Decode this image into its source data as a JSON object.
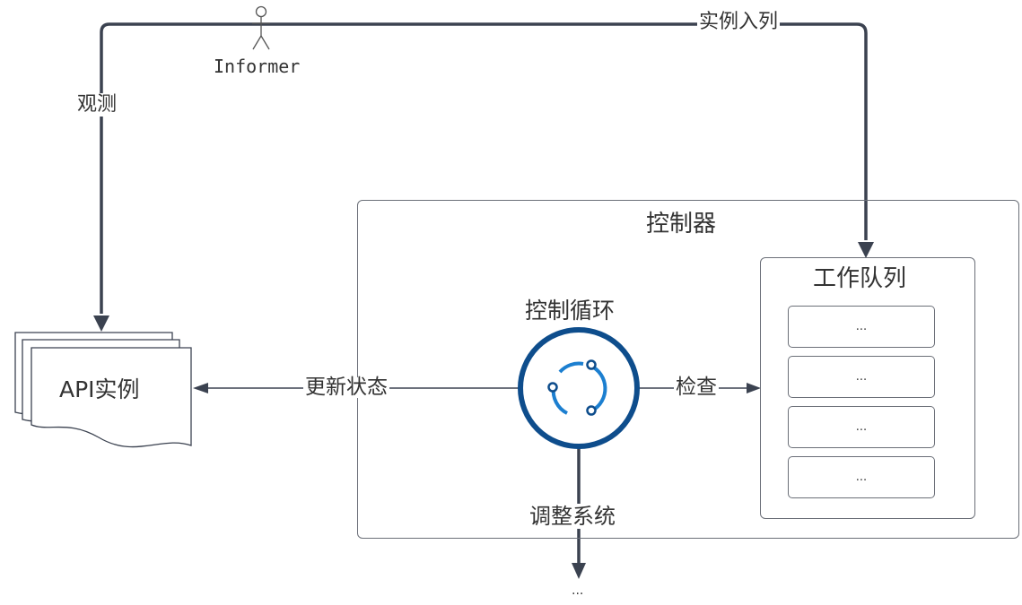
{
  "labels": {
    "informer": "Informer",
    "enqueue": "实例入列",
    "watch": "观测",
    "controller": "控制器",
    "work_queue": "工作队列",
    "control_loop": "控制循环",
    "api_instance": "API实例",
    "update_status": "更新状态",
    "check": "检查",
    "adjust_system": "调整系统",
    "bottom_ellipsis": "..."
  },
  "queue_items": [
    "...",
    "...",
    "...",
    "..."
  ],
  "colors": {
    "line": "#3b4250",
    "box_border": "#6b6f78",
    "loop_ring": "#0e4d8c",
    "loop_arc": "#1c7fd0",
    "text": "#333333"
  },
  "icons": [
    "actor-icon",
    "control-loop-icon",
    "document-stack-icon"
  ]
}
